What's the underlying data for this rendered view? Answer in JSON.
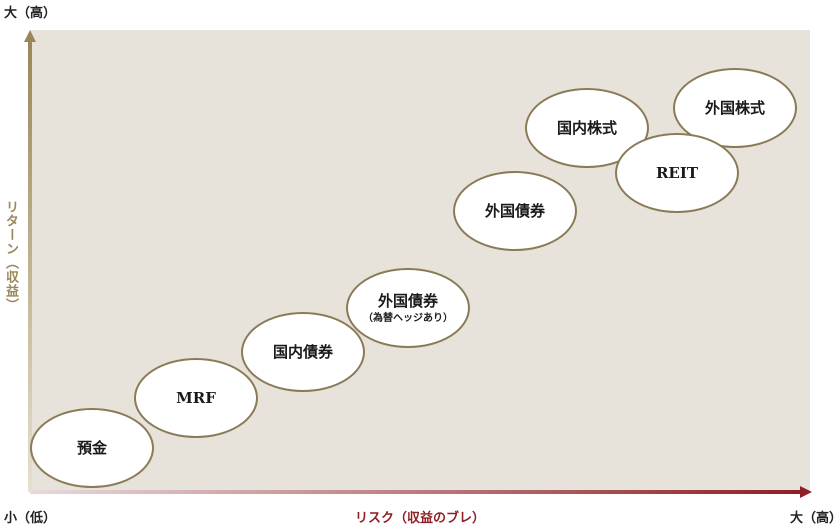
{
  "axes": {
    "y_top_label": "大（高）",
    "x_left_label": "小（低）",
    "x_right_label": "大（高）",
    "x_title": "リスク（収益のブレ）",
    "y_title": "リターン（収益）",
    "colors": {
      "x_axis": "#8e1f24",
      "y_axis": "#9a8658",
      "plot_bg": "#e7e3da",
      "bubble_border": "#8a7a56"
    }
  },
  "assets": [
    {
      "name": "預金",
      "sub": ""
    },
    {
      "name": "MRF",
      "sub": ""
    },
    {
      "name": "国内債券",
      "sub": ""
    },
    {
      "name": "外国債券",
      "sub": "（為替ヘッジあり）"
    },
    {
      "name": "外国債券",
      "sub": ""
    },
    {
      "name": "国内株式",
      "sub": ""
    },
    {
      "name": "REIT",
      "sub": ""
    },
    {
      "name": "外国株式",
      "sub": ""
    }
  ]
}
